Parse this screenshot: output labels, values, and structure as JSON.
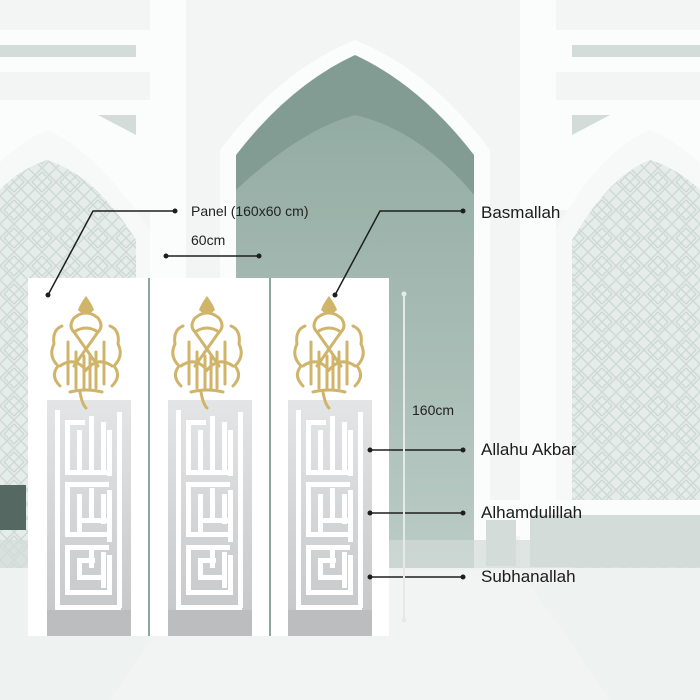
{
  "diagram": {
    "title": "Panel (160x60 cm)",
    "width_label": "60cm",
    "height_label": "160cm",
    "panel_count": 3,
    "callouts": [
      {
        "id": "panel",
        "label": "Panel (160x60 cm)"
      },
      {
        "id": "basmallah",
        "label": "Basmallah"
      },
      {
        "id": "allahu-akbar",
        "label": "Allahu Akbar"
      },
      {
        "id": "alhamdulillah",
        "label": "Alhamdulillah"
      },
      {
        "id": "subhanallah",
        "label": "Subhanallah"
      }
    ]
  },
  "colors": {
    "background": "#f3f5f4",
    "arch_dark": "#839c93",
    "arch_light": "#93aca3",
    "gold": "#cfb46a",
    "kufic_gray": "#cbcccd",
    "panel_white": "#ffffff",
    "pattern": "#d5dfdb",
    "line": "#1e1e1e"
  }
}
